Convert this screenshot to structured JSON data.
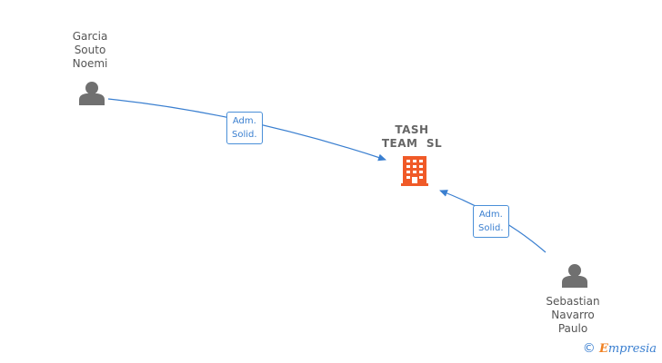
{
  "company": {
    "name_line1": "TASH",
    "name_line2": "TEAM  SL",
    "icon": "building-icon",
    "color": "#f05a28"
  },
  "persons": [
    {
      "lines": [
        "Garcia",
        "Souto",
        "Noemi"
      ],
      "icon": "person-icon"
    },
    {
      "lines": [
        "Sebastian",
        "Navarro",
        "Paulo"
      ],
      "icon": "person-icon"
    }
  ],
  "relations": [
    {
      "label_line1": "Adm.",
      "label_line2": "Solid."
    },
    {
      "label_line1": "Adm.",
      "label_line2": "Solid."
    }
  ],
  "brand": {
    "copyright": "©",
    "e": "E",
    "rest": "mpresia"
  },
  "colors": {
    "edge": "#3a7fd0",
    "person": "#707070"
  }
}
